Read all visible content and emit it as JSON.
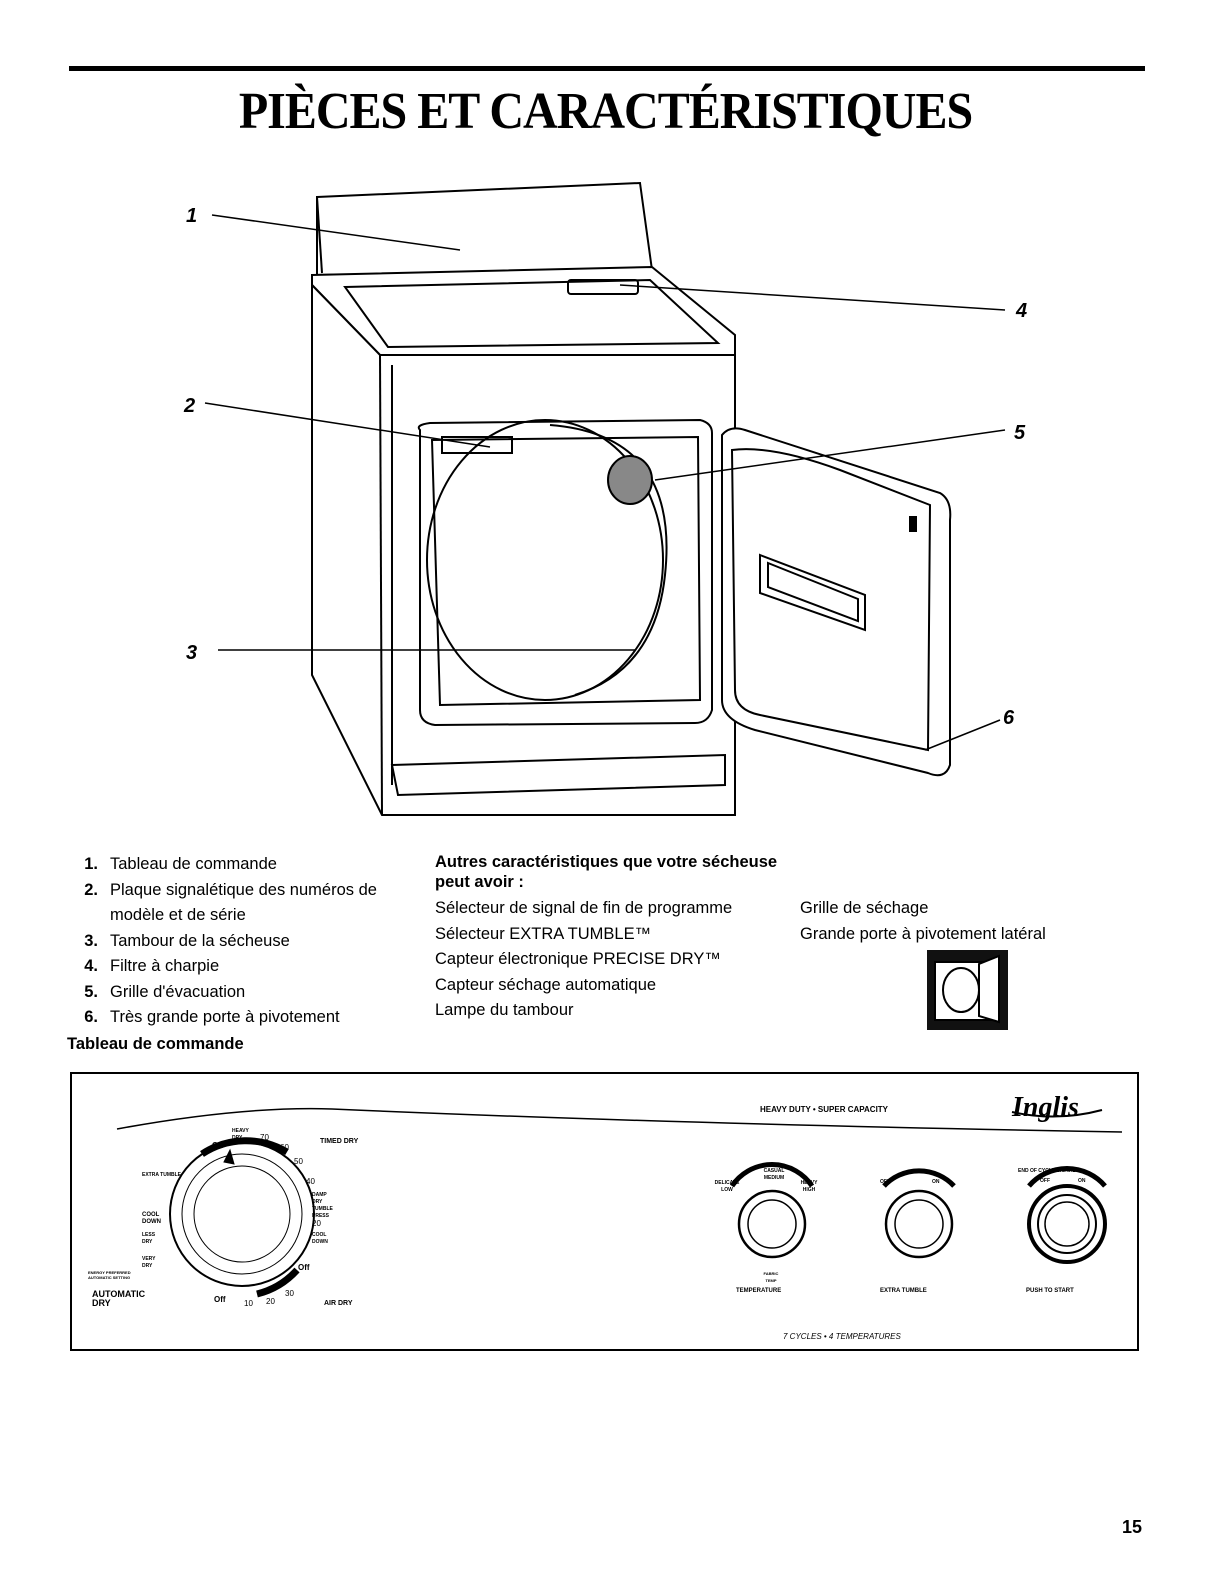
{
  "title": "PIÈCES ET CARACTÉRISTIQUES",
  "callouts": [
    "1",
    "2",
    "3",
    "4",
    "5",
    "6"
  ],
  "parts": [
    {
      "num": "1.",
      "text": "Tableau de commande"
    },
    {
      "num": "2.",
      "text": "Plaque signalétique des numéros de modèle et de série"
    },
    {
      "num": "3.",
      "text": "Tambour de la sécheuse"
    },
    {
      "num": "4.",
      "text": "Filtre à charpie"
    },
    {
      "num": "5.",
      "text": "Grille d'évacuation"
    },
    {
      "num": "6.",
      "text": "Très grande porte à pivotement"
    }
  ],
  "features": {
    "heading": "Autres caractéristiques que votre sécheuse peut avoir :",
    "col1": [
      "Sélecteur de signal de fin de programme",
      "Sélecteur EXTRA TUMBLE™",
      "Capteur électronique PRECISE DRY™",
      "Capteur séchage automatique",
      "Lampe du tambour"
    ],
    "col2": [
      "Grille de séchage",
      "Grande porte à pivotement latéral"
    ]
  },
  "control_panel_heading": "Tableau de commande",
  "panel": {
    "heavy_duty": "HEAVY DUTY • SUPER CAPACITY",
    "brand": "Inglis",
    "timed_dry": "TIMED DRY",
    "air_dry": "AIR DRY",
    "automatic_dry": "AUTOMATIC DRY",
    "extra_tumble_label": "EXTRA TUMBLE",
    "cool_down": "COOL DOWN",
    "less_dry": "LESS DRY",
    "very_dry": "VERY DRY",
    "energy_pref": "ENERGY PREFERRED AUTOMATIC SETTING",
    "heavy_dry": "HEAVY DRY",
    "damp_dry": "DAMP DRY",
    "tumble_press": "TUMBLE PRESS",
    "cool_down_right": "COOL DOWN",
    "off1": "Off",
    "off2": "Off",
    "off3": "Off",
    "n70": "70",
    "n60": "60",
    "n50": "50",
    "n40": "40",
    "n20": "20",
    "n10": "10",
    "n20b": "20",
    "n30": "30",
    "temp_casual": "CASUAL MEDIUM",
    "temp_delicate": "DELICATE LOW",
    "temp_heavy": "HEAVY HIGH",
    "temp_fabric": "FABRIC TEMP",
    "temperature": "TEMPERATURE",
    "et_off": "OFF",
    "et_on": "ON",
    "extra_tumble": "EXTRA TUMBLE",
    "eoc": "END OF CYCLE SIGNAL",
    "eoc_off": "OFF",
    "eoc_on": "ON",
    "push_to_start": "PUSH TO START",
    "cycles": "7 CYCLES • 4 TEMPERATURES"
  },
  "page_number": "15"
}
